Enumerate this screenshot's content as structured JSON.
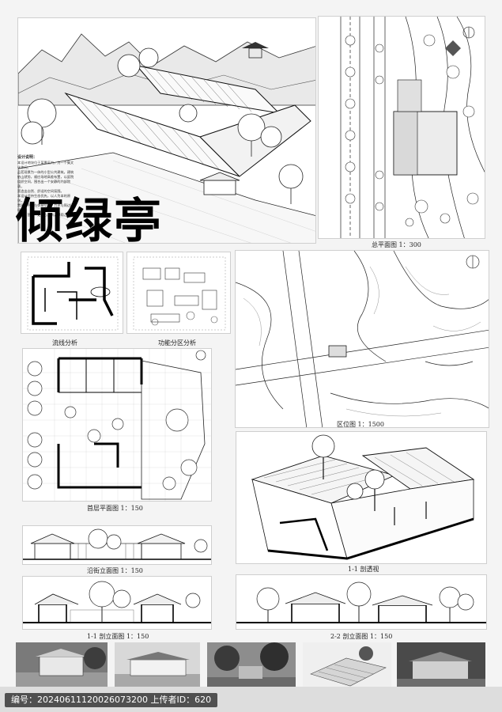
{
  "title": "倾绿亭",
  "design_notes": {
    "heading": "设计说明：",
    "lines": [
      "本设计地块位于某景区内，为一个集文化休闲、",
      "品茗观景为一体的小型公共建筑。建筑",
      "依山就势，顺应场地高差布置，以庭院",
      "组织空间，围合出一个安静的内部院落，",
      "营造出自然、舒适的空间氛围。",
      "本设计坚持生态优先，以人为本的原则，设",
      "置观景平台与休憩空间，力求与周边环境相",
      "协调，营造一处倾心之所，绿荫之所。"
    ]
  },
  "captions": {
    "site_plan": "总平面图 1：300",
    "circulation": "流线分析",
    "function": "功能分区分析",
    "location": "区位图 1：1500",
    "ground_floor": "首层平面图 1：150",
    "street_elevation": "沿街立面图 1：150",
    "section_perspective": "1-1 剖透视",
    "section_11": "1-1 剖立面图 1：150",
    "section_22": "2-2 剖立面图 1：150"
  },
  "footer": {
    "text": "编号：20240611120026073200 上传者ID：620"
  },
  "colors": {
    "ink": "#111111",
    "paper": "#ffffff",
    "background": "#f4f4f4"
  }
}
